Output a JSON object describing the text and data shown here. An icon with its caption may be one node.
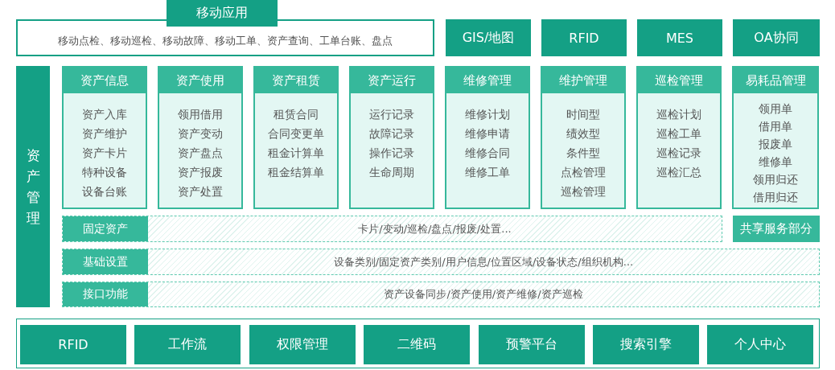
{
  "diagram": {
    "nodes": [
      {
        "text": [
          "移动应用"
        ]
      },
      {
        "text": [
          "移动点检、移动巡检、移动故障、移动工单、资产查询、工单台账、盘点"
        ]
      },
      {
        "text": [
          "GIS/地图"
        ]
      },
      {
        "text": [
          "RFID"
        ]
      },
      {
        "text": [
          "MES"
        ]
      },
      {
        "text": [
          "OA协同"
        ]
      },
      {
        "text": [
          "资产管理"
        ]
      },
      {
        "text": [
          "资产信息",
          "资产入库",
          "资产维护",
          "资产卡片",
          "特种设备",
          "设备台账"
        ]
      },
      {
        "text": [
          "资产使用",
          "领用借用",
          "资产变动",
          "资产盘点",
          "资产报废",
          "资产处置"
        ]
      },
      {
        "text": [
          "资产租赁",
          "租赁合同",
          "合同变更单",
          "租金计算单",
          "租金结算单"
        ]
      },
      {
        "text": [
          "资产运行",
          "运行记录",
          "故障记录",
          "操作记录",
          "生命周期"
        ]
      },
      {
        "text": [
          "维修管理",
          "维修计划",
          "维修申请",
          "维修合同",
          "维修工单"
        ]
      },
      {
        "text": [
          "维护管理",
          "时间型",
          "绩效型",
          "条件型",
          "点检管理",
          "巡检管理"
        ]
      },
      {
        "text": [
          "巡检管理",
          "巡检计划",
          "巡检工单",
          "巡检记录",
          "巡检汇总"
        ]
      },
      {
        "text": [
          "易耗品管理",
          "领用单",
          "借用单",
          "报废单",
          "维修单",
          "领用归还",
          "借用归还"
        ]
      },
      {
        "text": [
          "固定资产",
          "卡片/变动/巡检/盘点/报废/处置..."
        ]
      },
      {
        "text": [
          "共享服务部分"
        ]
      },
      {
        "text": [
          "基础设置",
          "设备类别/固定资产类别/用户信息/位置区域/设备状态/组织机构..."
        ]
      },
      {
        "text": [
          "接口功能",
          "资产设备同步/资产使用/资产维修/资产巡检"
        ]
      },
      {
        "text": [],
        "shape": "box"
      },
      {
        "text": [
          "RFID"
        ],
        "in": 19
      },
      {
        "text": [
          "工作流"
        ],
        "in": 19
      },
      {
        "text": [
          "权限管理"
        ],
        "in": 19
      },
      {
        "text": [
          "二维码"
        ],
        "in": 19
      },
      {
        "text": [
          "预警平台"
        ],
        "in": 19
      },
      {
        "text": [
          "搜索引擎"
        ],
        "in": 19
      },
      {
        "text": [
          "个人中心"
        ],
        "in": 19
      }
    ],
    "edges": []
  }
}
